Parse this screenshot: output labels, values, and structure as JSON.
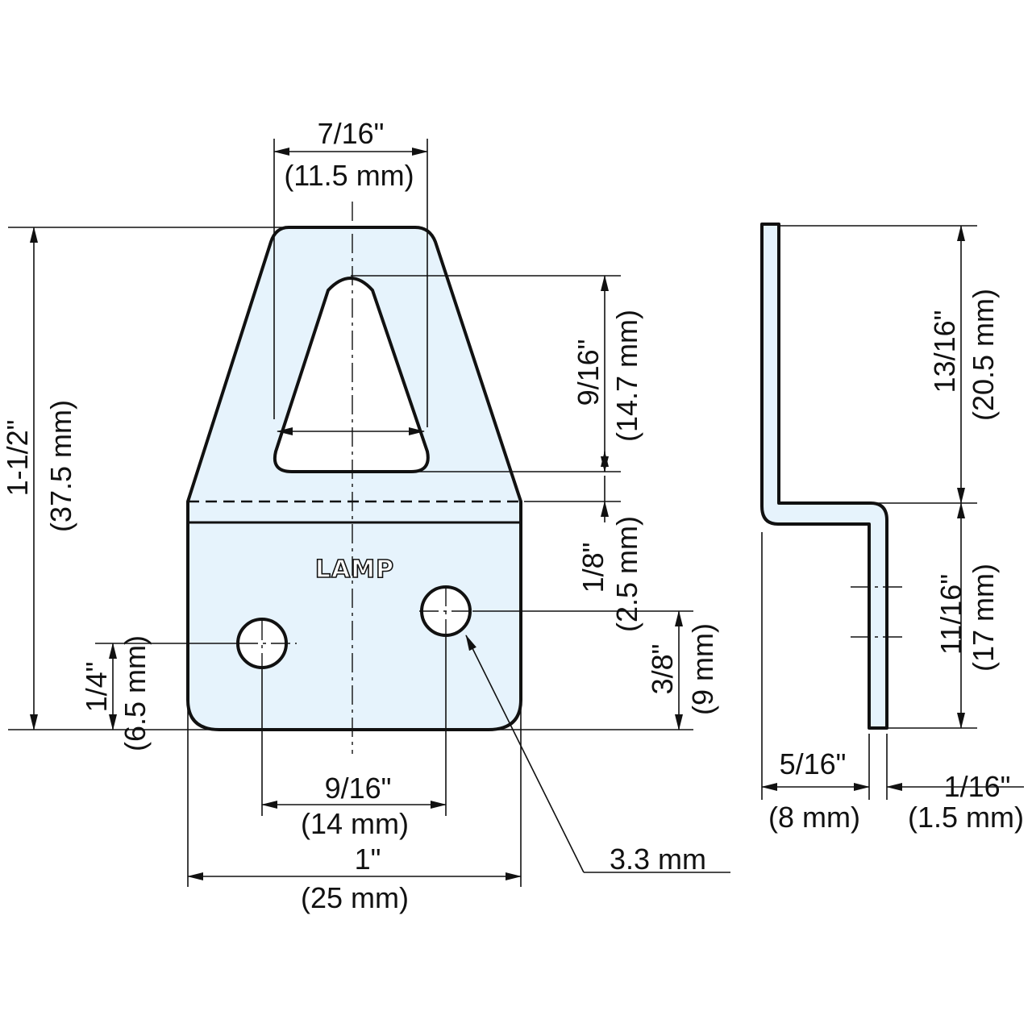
{
  "logo_text": "LAMP",
  "colors": {
    "part_fill": "#e6f3fc",
    "line": "#111111"
  },
  "dimensions": {
    "top_width": {
      "imperial": "7/16\"",
      "metric": "(11.5 mm)"
    },
    "total_height": {
      "imperial": "1-1/2\"",
      "metric": "(37.5 mm)"
    },
    "slot_height": {
      "imperial": "9/16\"",
      "metric": "(14.7 mm)"
    },
    "slot_to_bend": {
      "imperial": "1/8\"",
      "metric": "(2.5 mm)"
    },
    "right_hole_height": {
      "imperial": "3/8\"",
      "metric": "(9 mm)"
    },
    "left_hole_height": {
      "imperial": "1/4\"",
      "metric": "(6.5 mm)"
    },
    "hole_spacing": {
      "imperial": "9/16\"",
      "metric": "(14 mm)"
    },
    "base_width": {
      "imperial": "1\"",
      "metric": "(25 mm)"
    },
    "hole_diameter": {
      "metric": "3.3 mm"
    },
    "side_upper_height": {
      "imperial": "13/16\"",
      "metric": "(20.5 mm)"
    },
    "side_lower_height": {
      "imperial": "11/16\"",
      "metric": "(17 mm)"
    },
    "offset": {
      "imperial": "5/16\"",
      "metric": "(8 mm)"
    },
    "thickness": {
      "imperial": "1/16\"",
      "metric": "(1.5 mm)"
    }
  }
}
